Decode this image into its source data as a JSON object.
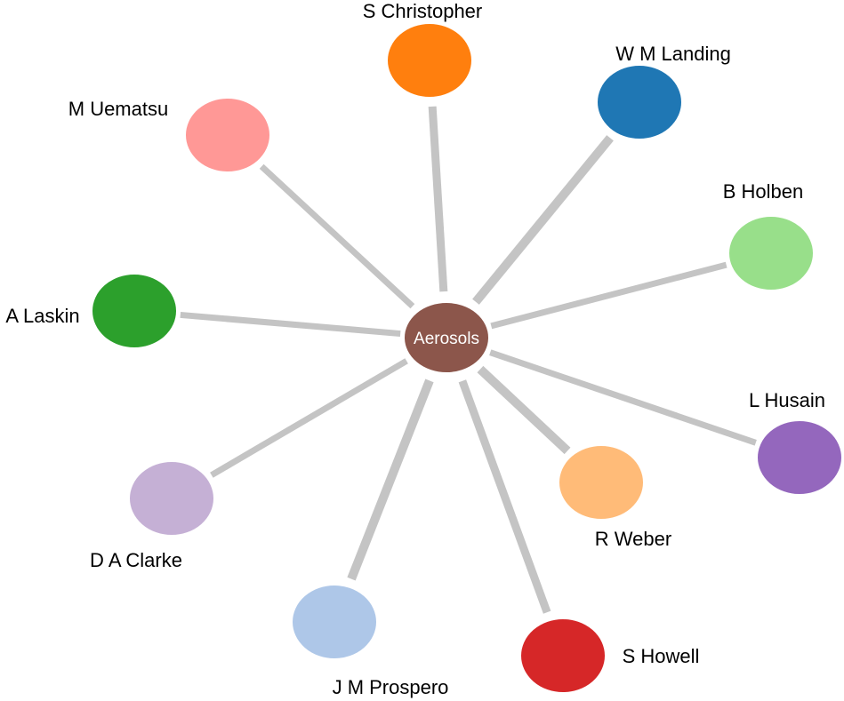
{
  "center": {
    "label": "Aerosols",
    "color": "#8c564b"
  },
  "edge_color": "#c4c4c4",
  "nodes": [
    {
      "label": "S Christopher",
      "color": "#ff7f0e"
    },
    {
      "label": "W M Landing",
      "color": "#1f77b4"
    },
    {
      "label": "M Uematsu",
      "color": "#ff9896"
    },
    {
      "label": "B Holben",
      "color": "#98df8a"
    },
    {
      "label": "A Laskin",
      "color": "#2ca02c"
    },
    {
      "label": "L Husain",
      "color": "#9467bd"
    },
    {
      "label": "R Weber",
      "color": "#ffbb78"
    },
    {
      "label": "D A Clarke",
      "color": "#c5b0d5"
    },
    {
      "label": "J M Prospero",
      "color": "#aec7e8"
    },
    {
      "label": "S Howell",
      "color": "#d62728"
    }
  ]
}
